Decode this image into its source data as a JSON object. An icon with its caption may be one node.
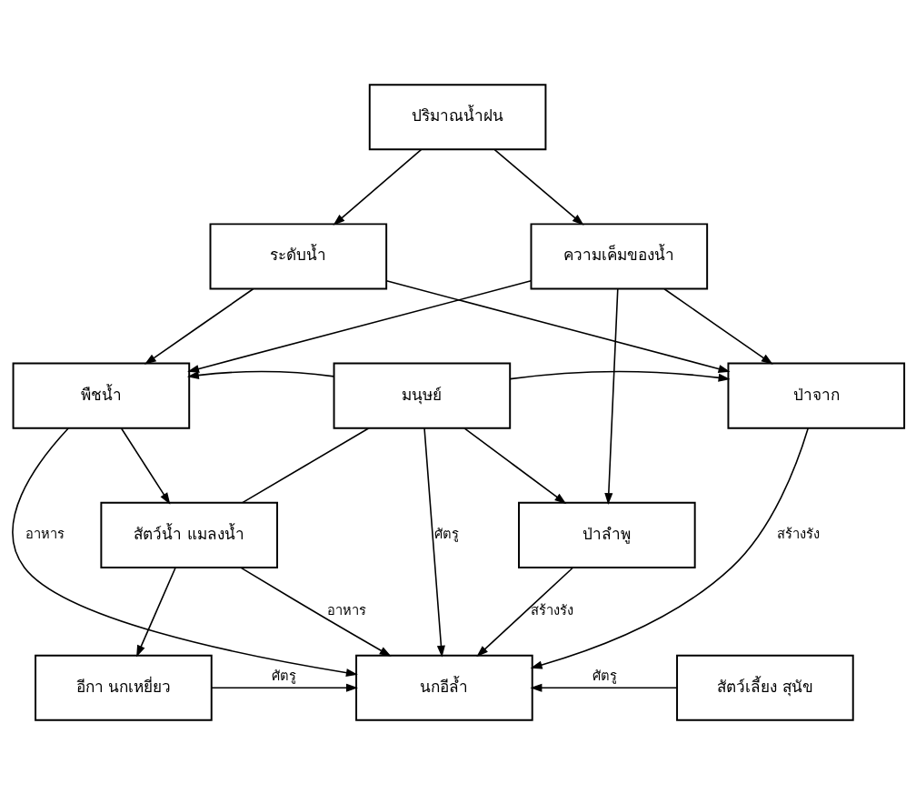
{
  "diagram": {
    "nodes": [
      {
        "text": [
          "ปริมาณน้ำฝน"
        ]
      },
      {
        "text": [
          "ระดับน้ำ"
        ]
      },
      {
        "text": [
          "ความเค็มของน้ำ"
        ]
      },
      {
        "text": [
          "พืชน้ำ"
        ]
      },
      {
        "text": [
          "มนุษย์"
        ]
      },
      {
        "text": [
          "ป่าจาก"
        ]
      },
      {
        "text": [
          "สัตว์น้ำ แมลงน้ำ"
        ]
      },
      {
        "text": [
          "ป่าลำพู"
        ]
      },
      {
        "text": [
          "อีกา นกเหยี่ยว"
        ]
      },
      {
        "text": [
          "นกอีล้ำ"
        ]
      },
      {
        "text": [
          "สัตว์เลี้ยง สุนัข"
        ]
      }
    ],
    "edges": [
      {
        "from": 0,
        "to": 1,
        "arrow": "to"
      },
      {
        "from": 0,
        "to": 2,
        "arrow": "to"
      },
      {
        "from": 1,
        "to": 3,
        "arrow": "to"
      },
      {
        "from": 1,
        "to": 5,
        "arrow": "to"
      },
      {
        "from": 2,
        "to": 3,
        "arrow": "to"
      },
      {
        "from": 2,
        "to": 5,
        "arrow": "to"
      },
      {
        "from": 2,
        "to": 7,
        "arrow": "to"
      },
      {
        "from": 4,
        "to": 3,
        "arrow": "to"
      },
      {
        "from": 4,
        "to": 5,
        "arrow": "to"
      },
      {
        "from": 3,
        "to": 6,
        "arrow": "to"
      },
      {
        "from": 4,
        "to": 6,
        "arrow": "none"
      },
      {
        "from": 4,
        "to": 7,
        "arrow": "to"
      },
      {
        "from": 3,
        "to": 9,
        "arrow": "to",
        "label": "อาหาร"
      },
      {
        "from": 6,
        "to": 9,
        "arrow": "to",
        "label": "อาหาร"
      },
      {
        "from": 4,
        "to": 9,
        "arrow": "to",
        "label": "ศัตรู"
      },
      {
        "from": 5,
        "to": 9,
        "arrow": "to",
        "label": "สร้างรัง"
      },
      {
        "from": 7,
        "to": 9,
        "arrow": "to",
        "label": "สร้างรัง"
      },
      {
        "from": 6,
        "to": 8,
        "arrow": "to"
      },
      {
        "from": 8,
        "to": 9,
        "arrow": "to",
        "label": "ศัตรู"
      },
      {
        "from": 10,
        "to": 9,
        "arrow": "to",
        "label": "ศัตรู"
      }
    ]
  }
}
